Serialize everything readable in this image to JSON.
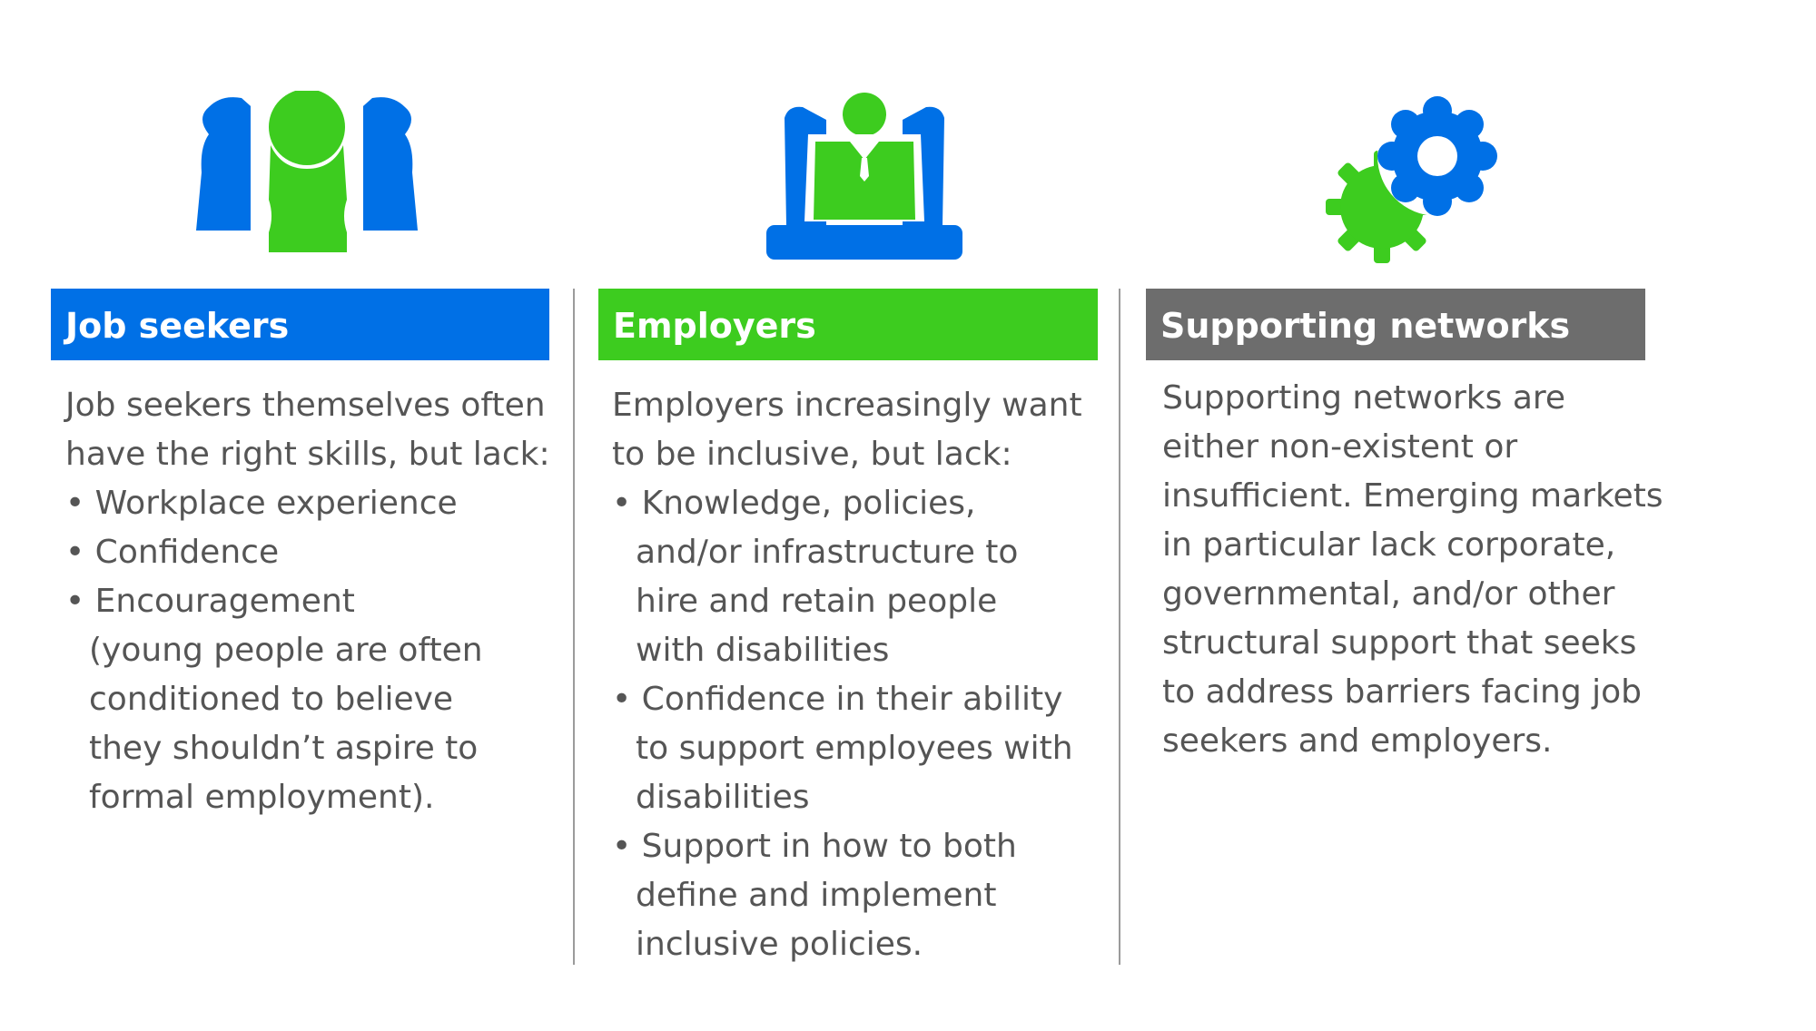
{
  "colors": {
    "blue": "#0070e6",
    "green": "#3dcc1f",
    "gray": "#6d6d6d",
    "text": "#555555",
    "divider": "#9b9b9b"
  },
  "columns": [
    {
      "icon": "people-group-icon",
      "header": "Job seekers",
      "intro": [
        "Job seekers themselves often",
        "have the right skills, but lack:"
      ],
      "bullets": [
        {
          "lines": [
            "• Workplace experience"
          ]
        },
        {
          "lines": [
            "• Confidence"
          ]
        },
        {
          "lines": [
            "• Encouragement",
            "(young people are often",
            "conditioned to believe",
            "they shouldn’t aspire to",
            "formal employment)."
          ]
        }
      ]
    },
    {
      "icon": "employer-at-desk-icon",
      "header": "Employers",
      "intro": [
        "Employers increasingly want",
        "to be inclusive, but lack:"
      ],
      "bullets": [
        {
          "lines": [
            "• Knowledge, policies,",
            "and/or infrastructure to",
            "hire and retain people",
            "with disabilities"
          ]
        },
        {
          "lines": [
            "• Confidence in their ability",
            "to support employees with",
            "disabilities"
          ]
        },
        {
          "lines": [
            "• Support in how to both",
            "define and implement",
            "inclusive policies."
          ]
        }
      ]
    },
    {
      "icon": "gears-icon",
      "header": "Supporting networks",
      "intro": [
        "Supporting networks are",
        "either non-existent or",
        "insufficient. Emerging markets",
        "in particular lack corporate,",
        "governmental, and/or other",
        "structural support that seeks",
        "to address barriers facing job",
        "seekers and employers."
      ],
      "bullets": []
    }
  ]
}
